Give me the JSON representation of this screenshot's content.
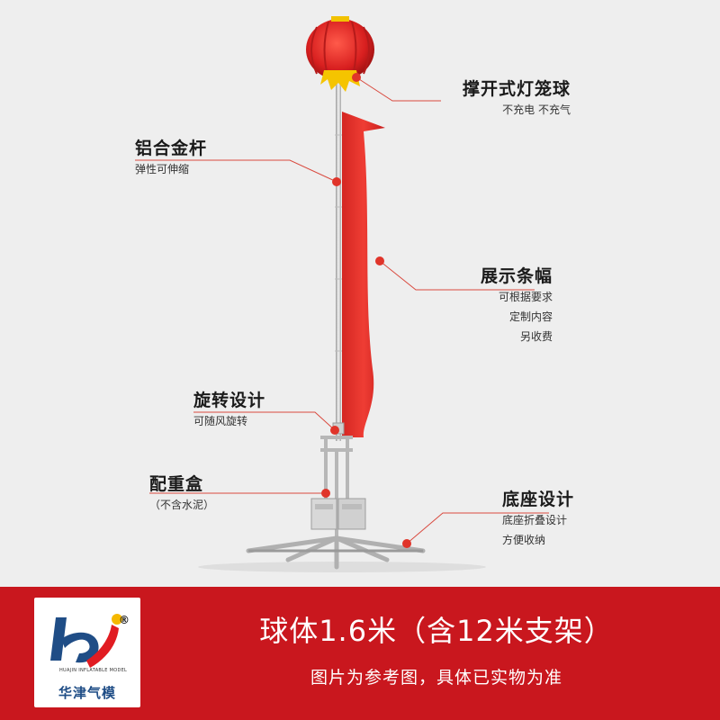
{
  "callouts": {
    "lantern": {
      "title": "撑开式灯笼球",
      "subs": [
        "不充电 不充气"
      ]
    },
    "pole": {
      "title": "铝合金杆",
      "subs": [
        "弹性可伸缩"
      ]
    },
    "banner": {
      "title": "展示条幅",
      "subs": [
        "可根据要求",
        "定制内容",
        "另收费"
      ]
    },
    "rotate": {
      "title": "旋转设计",
      "subs": [
        "可随风旋转"
      ]
    },
    "box": {
      "title": "配重盒",
      "subs": [
        "（不含水泥）"
      ]
    },
    "base": {
      "title": "底座设计",
      "subs": [
        "底座折叠设计",
        "方便收纳"
      ]
    }
  },
  "footer": {
    "headline": "球体1.6米（含12米支架）",
    "note": "图片为参考图，具体已实物为准"
  },
  "logo": {
    "brand": "华津气模",
    "tagline": "HUAJIN INFLATABLE MODEL",
    "reg": "®"
  },
  "colors": {
    "accent": "#c9171e",
    "banner": "#e5322d",
    "lantern": "#e02828",
    "tassel": "#f5c400",
    "background": "#eeeeee",
    "logo_blue": "#1f4d86"
  }
}
